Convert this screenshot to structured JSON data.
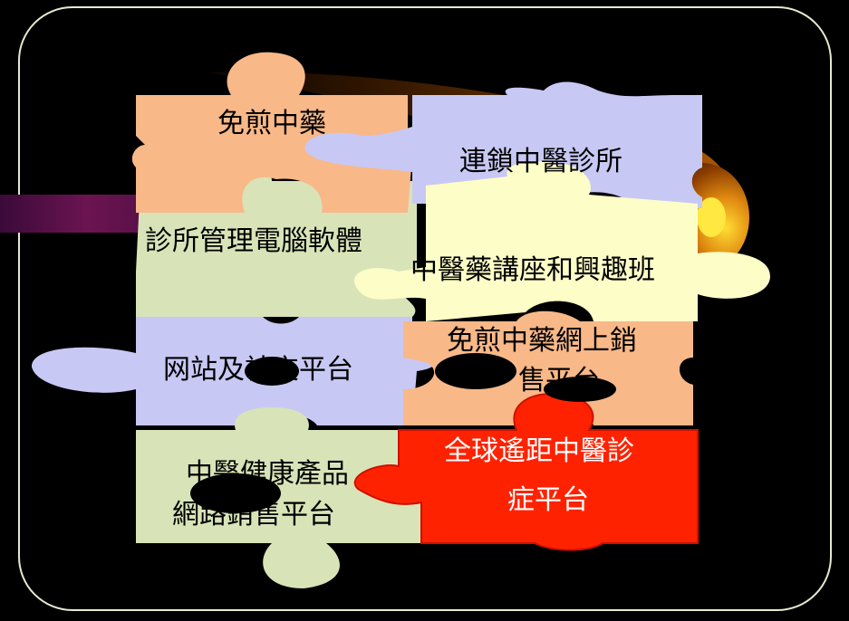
{
  "pieces": {
    "p1": {
      "label": "免煎中藥",
      "color": "#f8b888"
    },
    "p2": {
      "label": "連鎖中醫診所",
      "color": "#c8c8f4"
    },
    "p3": {
      "label": "診所管理電腦軟體",
      "color": "#d8e4b8"
    },
    "p4": {
      "label": "中醫藥講座和興趣班",
      "color": "#fdfdc8"
    },
    "p5": {
      "label": "网站及社交平台",
      "color": "#c8c8f4"
    },
    "p6": {
      "line1": "免煎中藥網上銷",
      "line2": "售平台",
      "color": "#f8b888"
    },
    "p7": {
      "line1": "中醫健康產品",
      "line2": "網路銷售平台",
      "color": "#d8e4b8"
    },
    "p8": {
      "line1": "全球遙距中醫診",
      "line2": "症平台",
      "color": "#ff2200"
    }
  },
  "colors": {
    "background": "#000000",
    "frame": "#e8e8d0",
    "comet_core": "#ffcc00",
    "comet_glow": "#c86400",
    "deco_bar": "#6b1452"
  }
}
